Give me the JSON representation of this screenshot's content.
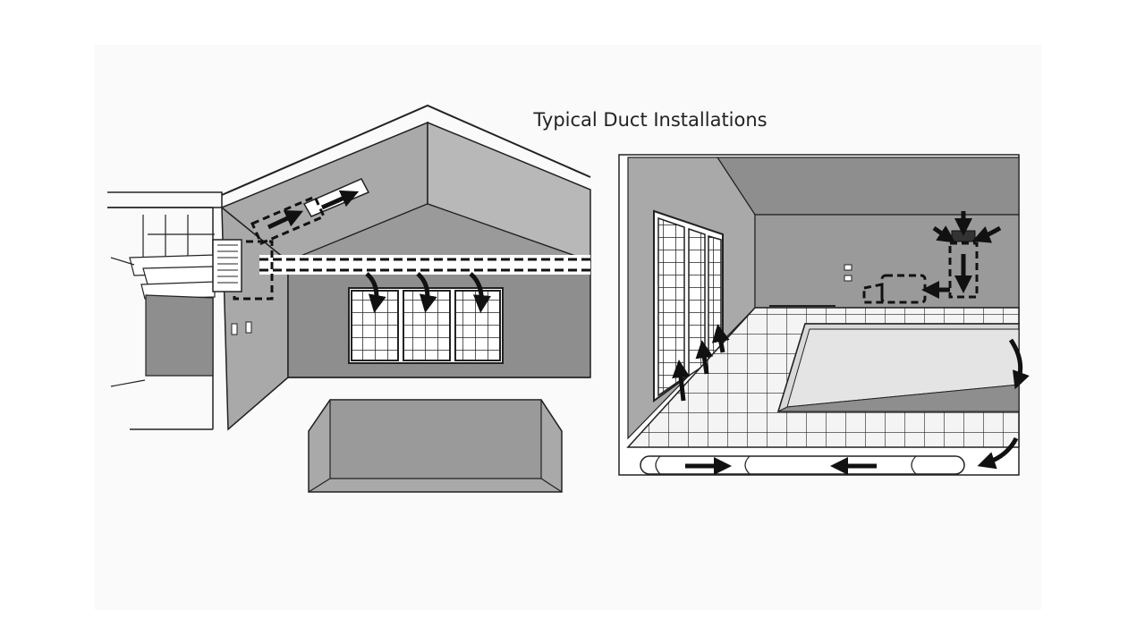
{
  "title": "Typical Duct Installations",
  "colors": {
    "background": "#ffffff",
    "panel": "#fafafa",
    "wall_dark": "#8e8e8e",
    "wall_mid": "#a9a9a9",
    "wall_light": "#c4c4c4",
    "floor_light": "#e6e6e6",
    "line": "#1a1a1a",
    "arrow": "#111111"
  },
  "scenes": [
    {
      "id": "vaulted-ceiling-duct-scene",
      "description_icon": "house-cutaway"
    },
    {
      "id": "kick-space-floor-duct-scene",
      "description_icon": "room-cutaway"
    }
  ]
}
